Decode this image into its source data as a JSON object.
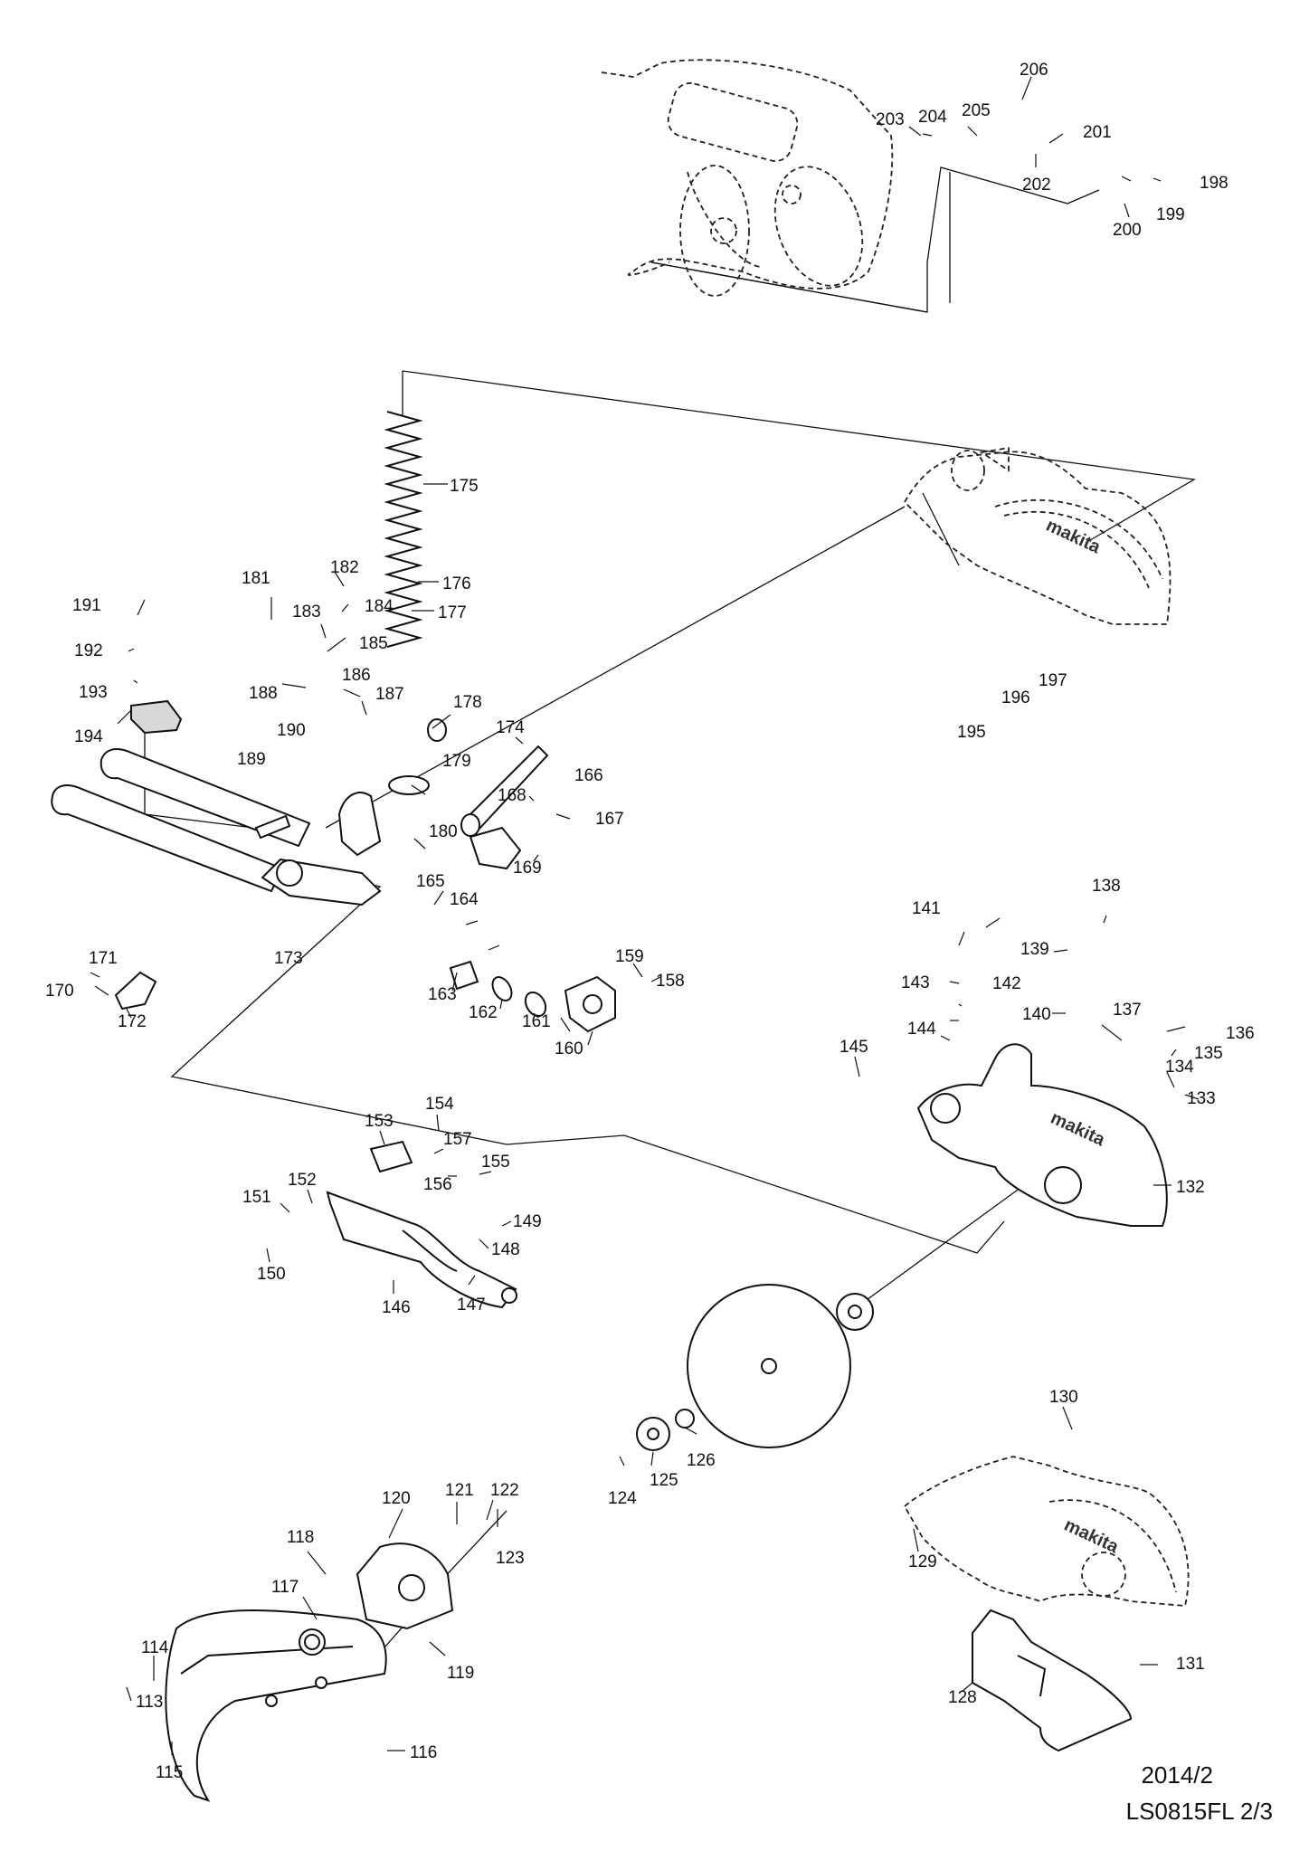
{
  "parts": [
    "113",
    "114",
    "115",
    "116",
    "117",
    "118",
    "119",
    "120",
    "121",
    "122",
    "123",
    "124",
    "125",
    "126",
    "128",
    "129",
    "130",
    "131",
    "132",
    "133",
    "134",
    "135",
    "136",
    "137",
    "138",
    "139",
    "140",
    "141",
    "142",
    "143",
    "144",
    "145",
    "146",
    "147",
    "148",
    "149",
    "150",
    "151",
    "152",
    "153",
    "154",
    "155",
    "156",
    "157",
    "158",
    "159",
    "160",
    "161",
    "162",
    "163",
    "164",
    "165",
    "166",
    "167",
    "168",
    "169",
    "170",
    "171",
    "172",
    "173",
    "174",
    "175",
    "176",
    "177",
    "178",
    "179",
    "180",
    "181",
    "182",
    "183",
    "184",
    "185",
    "186",
    "187",
    "188",
    "189",
    "190",
    "191",
    "192",
    "193",
    "194",
    "195",
    "196",
    "197",
    "198",
    "199",
    "200",
    "201",
    "202",
    "203",
    "204",
    "205",
    "206"
  ],
  "footer": {
    "date": "2014/2",
    "model": "LS0815FL 2/3"
  },
  "brand_mark": "makita"
}
